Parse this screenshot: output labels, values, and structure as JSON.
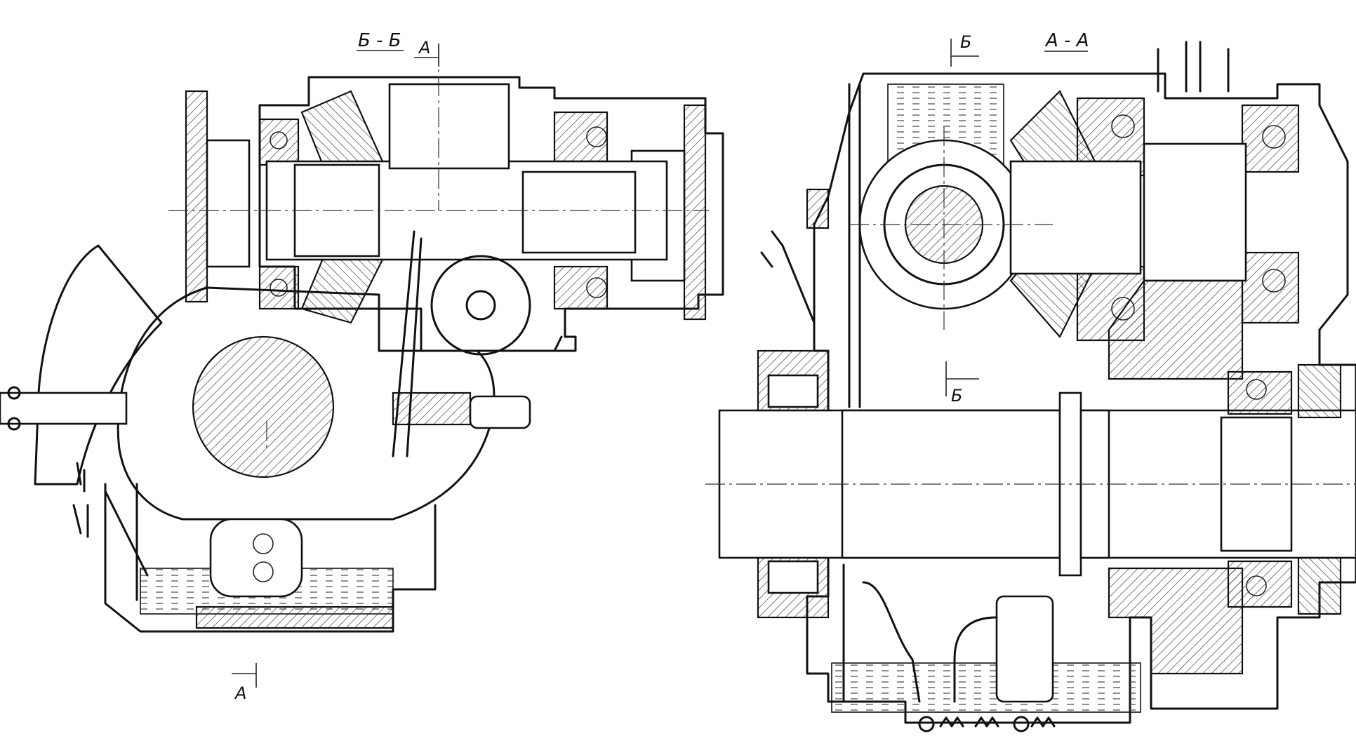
{
  "labels": {
    "section_bb": "Б - Б",
    "section_aa": "А - А",
    "cut_a_top": "А",
    "cut_a_bottom": "А",
    "cut_b_top": "Б",
    "cut_b_mid": "Б"
  }
}
